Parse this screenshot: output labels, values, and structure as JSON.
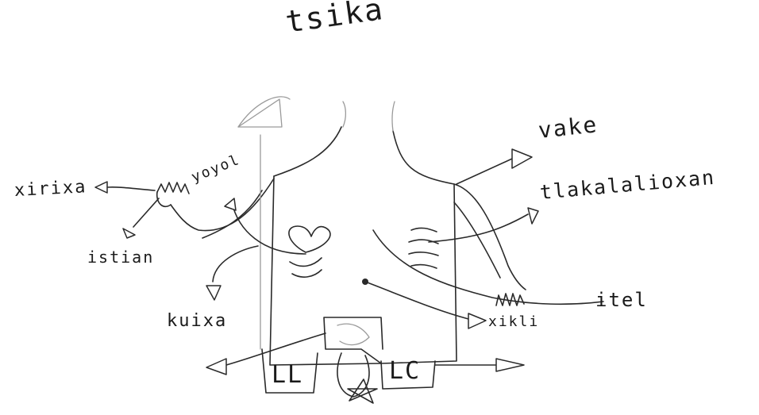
{
  "labels": {
    "tsika": "tsika",
    "vake": "vake",
    "xirixa": "xirixa",
    "yoyol": "yoyol",
    "istian": "istian",
    "tlakalalioxan": "tlakalalioxan",
    "itel": "itel",
    "kuixa": "kuixa",
    "xikli": "xikli",
    "knee_marks_left": "LL",
    "knee_marks_right": "LC"
  }
}
